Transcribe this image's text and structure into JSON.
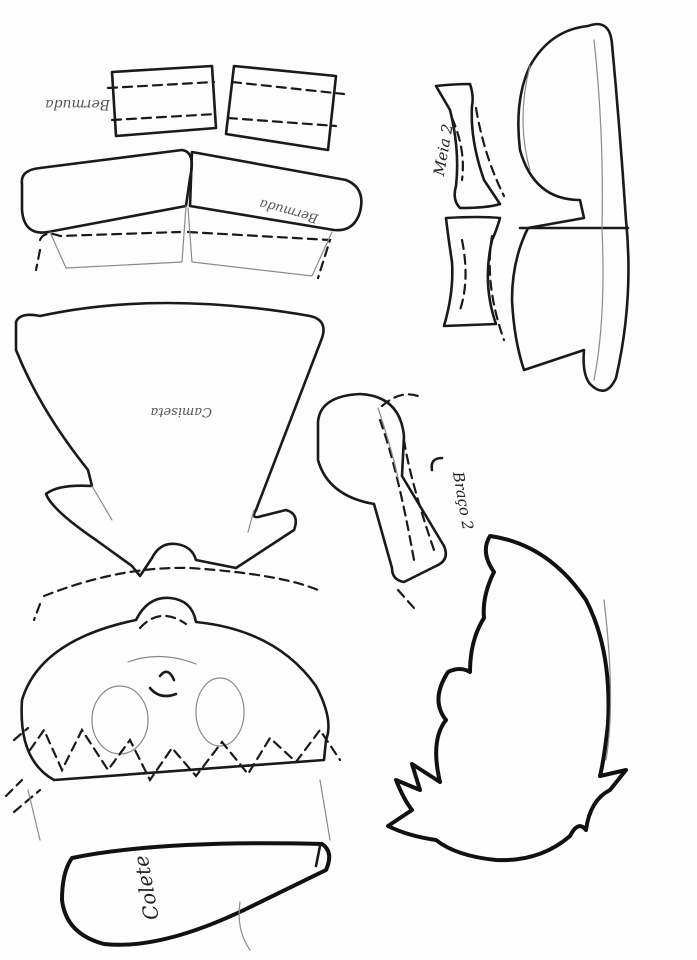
{
  "labels": {
    "bermuda_top": "Bermuda",
    "bermuda_small": "Bermuda",
    "meia": "Meia 2",
    "camiseta": "Camiseta",
    "braco": "Braço 2",
    "colete": "Colete"
  }
}
